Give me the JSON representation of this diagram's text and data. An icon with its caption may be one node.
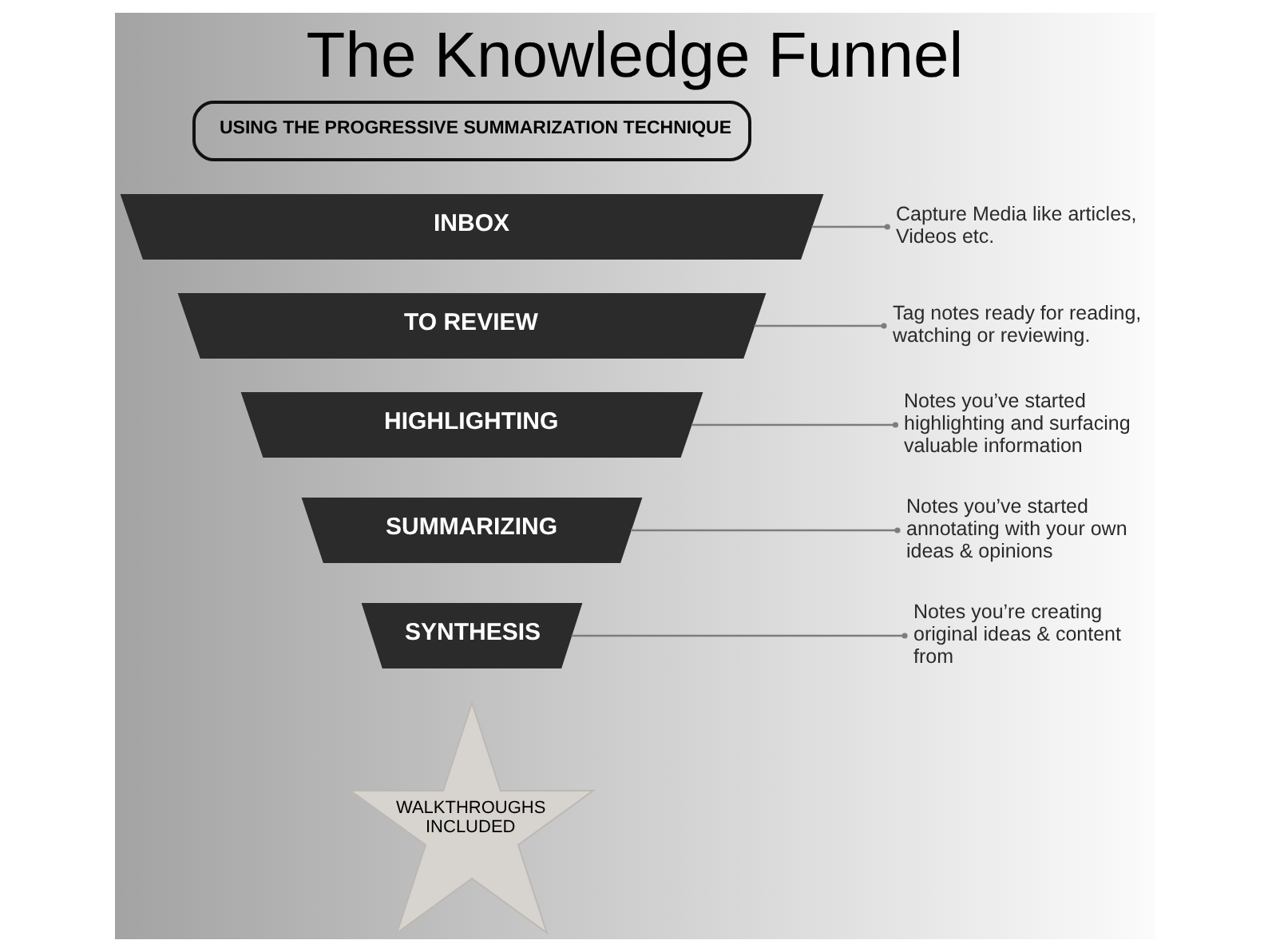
{
  "diagram": {
    "title": "The Knowledge Funnel",
    "nodes": [
      {
        "text": [
          "USING THE PROGRESSIVE SUMMARIZATION TECHNIQUE"
        ]
      },
      {
        "text": [
          "INBOX"
        ]
      },
      {
        "text": [
          "Capture Media like articles, Videos etc."
        ]
      },
      {
        "text": [
          "TO REVIEW"
        ]
      },
      {
        "text": [
          "Tag notes ready for reading, watching or reviewing."
        ]
      },
      {
        "text": [
          "HIGHLIGHTING"
        ]
      },
      {
        "text": [
          "Notes you’ve started highlighting and surfacing valuable information"
        ]
      },
      {
        "text": [
          "SUMMARIZING"
        ]
      },
      {
        "text": [
          "Notes you’ve started annotating with your own ideas & opinions"
        ]
      },
      {
        "text": [
          "WALKTHROUGHS INCLUDED"
        ]
      },
      {
        "text": [
          "SYNTHESIS"
        ]
      },
      {
        "text": [
          "Notes you’re creating original ideas & content from"
        ]
      }
    ],
    "edges": [
      {
        "from": 2,
        "to": 1,
        "arrow": "other"
      },
      {
        "from": 4,
        "to": 3,
        "arrow": "other"
      },
      {
        "from": 6,
        "to": 5,
        "arrow": "other"
      },
      {
        "from": 8,
        "to": 7,
        "arrow": "other"
      },
      {
        "from": 11,
        "to": 10,
        "arrow": "other"
      }
    ]
  }
}
